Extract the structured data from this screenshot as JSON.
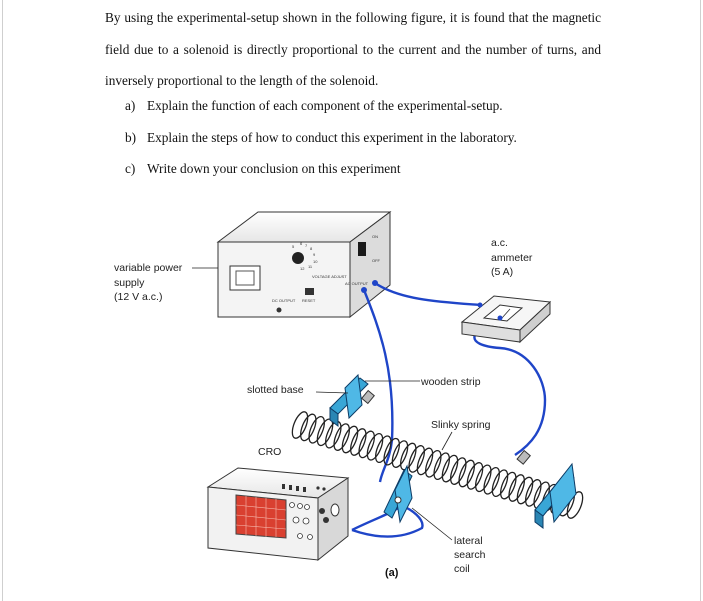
{
  "question": {
    "intro": "By using the experimental-setup shown in the following figure, it is found that the magnetic field due to a solenoid is directly proportional to the current and the number of turns, and inversely proportional to the length of the solenoid.",
    "parts": [
      {
        "letter": "a)",
        "text": "Explain the function of each component of the experimental-setup."
      },
      {
        "letter": "b)",
        "text": "Explain the steps of how to conduct this experiment in the laboratory."
      },
      {
        "letter": "c)",
        "text": "Write down your conclusion on this experiment"
      }
    ]
  },
  "figure": {
    "labels": {
      "power_supply": [
        "variable power",
        "supply",
        "(12 V a.c.)"
      ],
      "ammeter": [
        "a.c.",
        "ammeter",
        "(5 A)"
      ],
      "wooden_strip": "wooden strip",
      "slotted_base": "slotted base",
      "slinky_spring": "Slinky spring",
      "cro": "CRO",
      "search_coil": [
        "lateral",
        "search",
        "coil"
      ]
    },
    "caption": "(a)",
    "device_text": {
      "dial_numbers": [
        "6",
        "7",
        "8",
        "5",
        "9",
        "10",
        "11",
        "12"
      ],
      "voltage_adjust": "VOLTAGE ADJUST",
      "dc_output": "DC OUTPUT",
      "ac_output": "AC OUTPUT",
      "on": "ON",
      "off": "OFF",
      "reset": "RESET"
    },
    "colors": {
      "wire": "#1f45c8",
      "clamp": "#39a6d6",
      "spring": "#222222",
      "screen": "#d94030",
      "device": "#f2f2f2"
    }
  }
}
